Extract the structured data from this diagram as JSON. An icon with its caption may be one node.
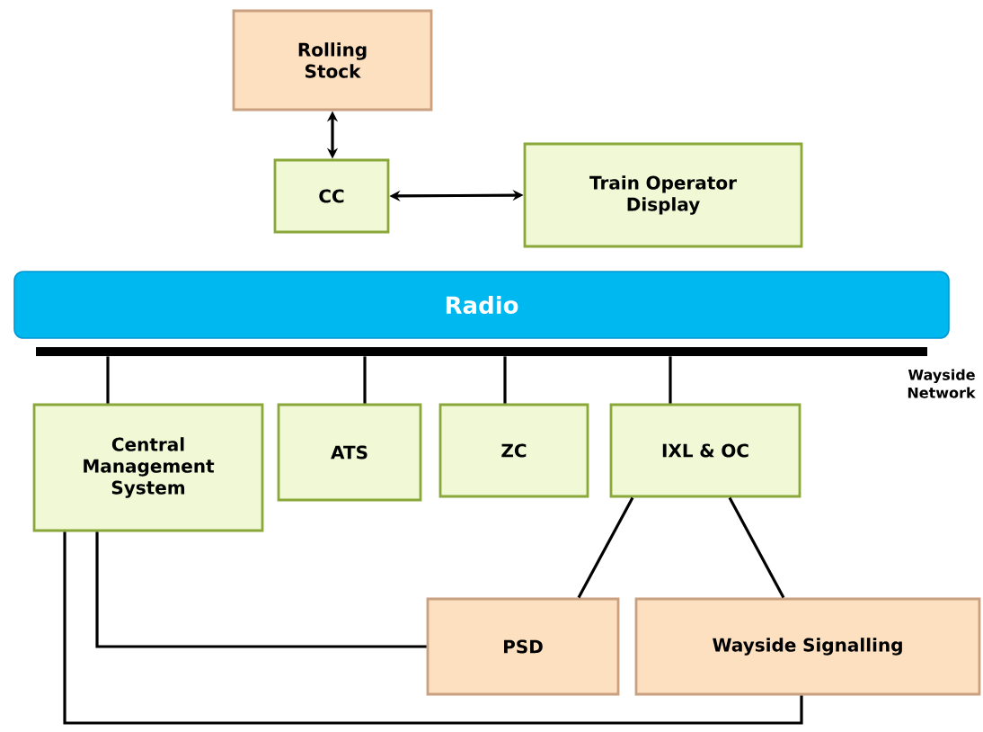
{
  "diagram": {
    "nodes": [
      {
        "text": [
          "Rolling Stock"
        ]
      },
      {
        "text": [
          "CC"
        ]
      },
      {
        "text": [
          "Train Operator Display"
        ]
      },
      {
        "text": [
          "Radio"
        ]
      },
      {
        "text": [],
        "shape": "bar",
        "beside": [
          "Wayside Network"
        ]
      },
      {
        "text": [
          "Central Management System"
        ]
      },
      {
        "text": [
          "ATS"
        ]
      },
      {
        "text": [
          "ZC"
        ]
      },
      {
        "text": [
          "IXL & OC"
        ]
      },
      {
        "text": [
          "PSD"
        ]
      },
      {
        "text": [
          "Wayside Signalling"
        ]
      }
    ],
    "edges": [
      {
        "from": 0,
        "to": 1,
        "arrow": "both"
      },
      {
        "from": 1,
        "to": 2,
        "arrow": "both"
      },
      {
        "from": 4,
        "to": 5,
        "arrow": "none"
      },
      {
        "from": 4,
        "to": 6,
        "arrow": "none"
      },
      {
        "from": 4,
        "to": 7,
        "arrow": "none"
      },
      {
        "from": 4,
        "to": 8,
        "arrow": "none"
      },
      {
        "from": 8,
        "to": 9,
        "arrow": "none"
      },
      {
        "from": 8,
        "to": 10,
        "arrow": "none"
      },
      {
        "from": 5,
        "to": 9,
        "arrow": "none"
      },
      {
        "from": 5,
        "to": 10,
        "arrow": "none"
      }
    ]
  }
}
